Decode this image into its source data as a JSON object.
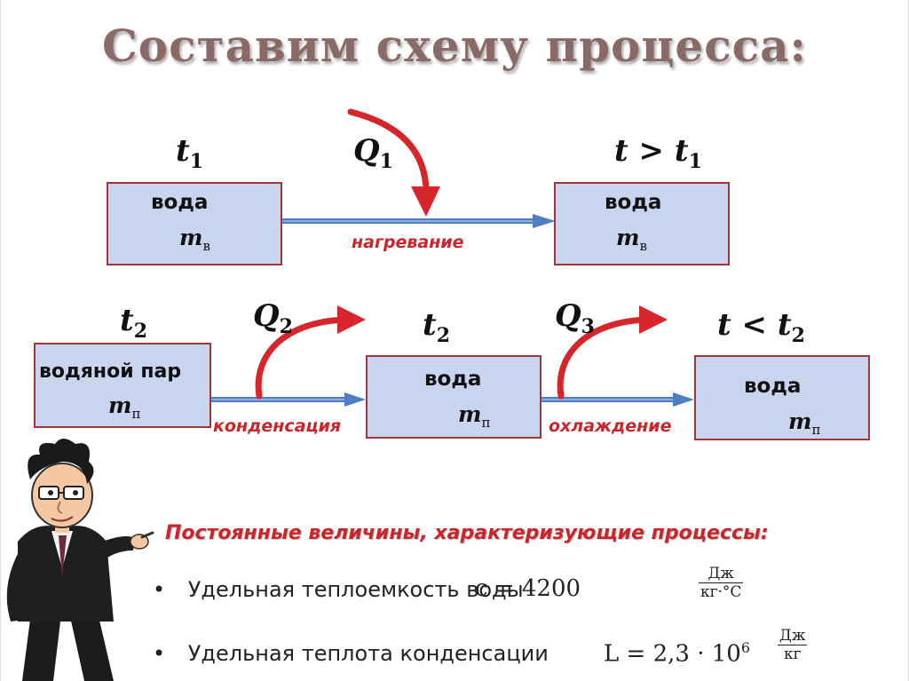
{
  "title": "Составим схему процесса:",
  "row1": {
    "left_temp": "t",
    "left_temp_sub": "1",
    "heat": "Q",
    "heat_sub": "1",
    "right_temp": "t > t",
    "right_temp_sub": "1",
    "left_box": {
      "label": "вода",
      "mass": "m",
      "mass_sub": "в"
    },
    "right_box": {
      "label": "вода",
      "mass": "m",
      "mass_sub": "в"
    },
    "process": "нагревание"
  },
  "row2": {
    "temp1": "t",
    "temp1_sub": "2",
    "heat2": "Q",
    "heat2_sub": "2",
    "temp2": "t",
    "temp2_sub": "2",
    "heat3": "Q",
    "heat3_sub": "3",
    "temp3": "t < t",
    "temp3_sub": "2",
    "box1": {
      "label": "водяной пар",
      "mass": "m",
      "mass_sub": "п"
    },
    "box2": {
      "label": "вода",
      "mass": "m",
      "mass_sub": "п"
    },
    "box3": {
      "label": "вода",
      "mass": "m",
      "mass_sub": "п"
    },
    "process1": "конденсация",
    "process2": "охлаждение"
  },
  "constants": {
    "heading": "Постоянные величины, характеризующие процессы:",
    "items": [
      {
        "text": "Удельная теплоемкость воды",
        "formula": "c = 4200",
        "unit_num": "Дж",
        "unit_den": "кг·°C"
      },
      {
        "text": "Удельная теплота конденсации",
        "formula": "L = 2,3 · 10",
        "formula_sup": "6",
        "unit_num": "Дж",
        "unit_den": "кг"
      }
    ]
  },
  "colors": {
    "box_fill": "#c9d5ef",
    "box_border": "#a0383a",
    "arrow_blue": "#4f7fc2",
    "heat_arrow": "#d6262b",
    "process_text": "#c8262a"
  },
  "icons": {
    "mascot": "cartoon-professor-pointing"
  }
}
